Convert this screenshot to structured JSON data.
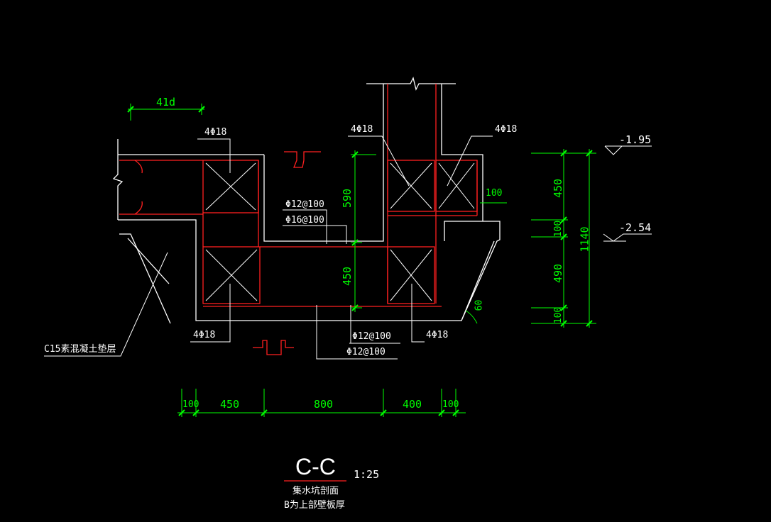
{
  "colors": {
    "background": "#000000",
    "outline": "#ffffff",
    "rebar": "#ff2020",
    "dimension": "#00ff00"
  },
  "rebar_labels": {
    "top_left_bars": "4Φ18",
    "top_mid_bars": "4Φ18",
    "top_right_bars": "4Φ18",
    "bottom_left_bars": "4Φ18",
    "bottom_right_bars": "4Φ18",
    "stirrup_a": "Φ12@100",
    "stirrup_b": "Φ16@100",
    "bottom_stirrup_a": "Φ12@100",
    "bottom_stirrup_b": "Φ12@100",
    "cushion_layer": "C15素混凝土垫层"
  },
  "dimensions": {
    "anchorage": "41d",
    "wall_depth": "590",
    "slab_depth": "450",
    "offset_right": "100",
    "bottom": [
      "100",
      "450",
      "800",
      "400",
      "100"
    ],
    "right_segments": [
      "450",
      "100",
      "490",
      "100"
    ],
    "right_total": "1140",
    "angle": "60"
  },
  "elevations": {
    "top": "-1.95",
    "bottom": "-2.54"
  },
  "title": {
    "section": "C-C",
    "scale": "1:25",
    "caption_line1": "集水坑剖面",
    "caption_line2": "B为上部壁板厚"
  }
}
